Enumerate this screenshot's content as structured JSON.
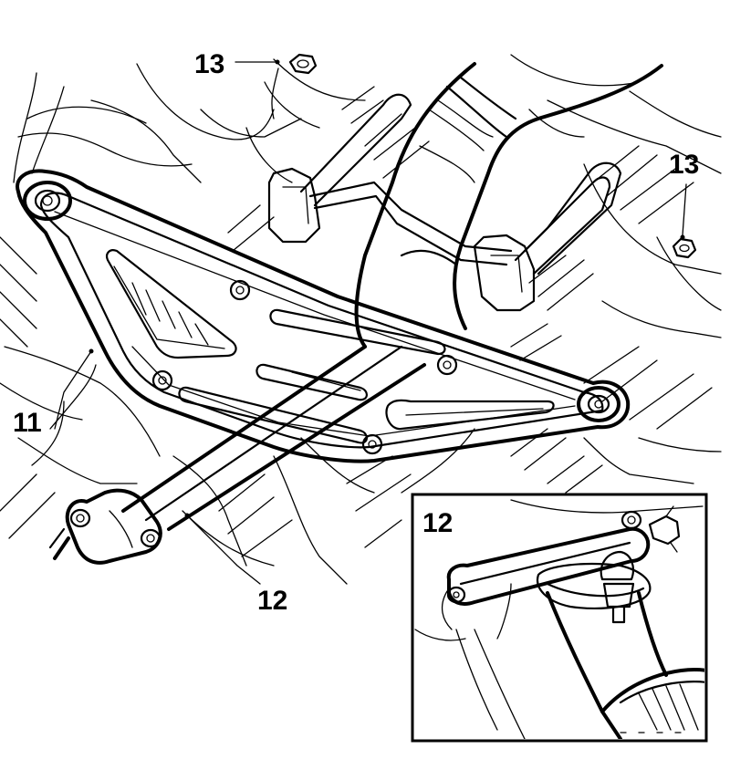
{
  "labels": {
    "nut_top": "13",
    "nut_right": "13",
    "crossmember": "11",
    "pipe": "12",
    "inset": "12"
  },
  "colors": {
    "ink": "#000000",
    "paper": "#ffffff",
    "shade": "#d8d8d8"
  }
}
